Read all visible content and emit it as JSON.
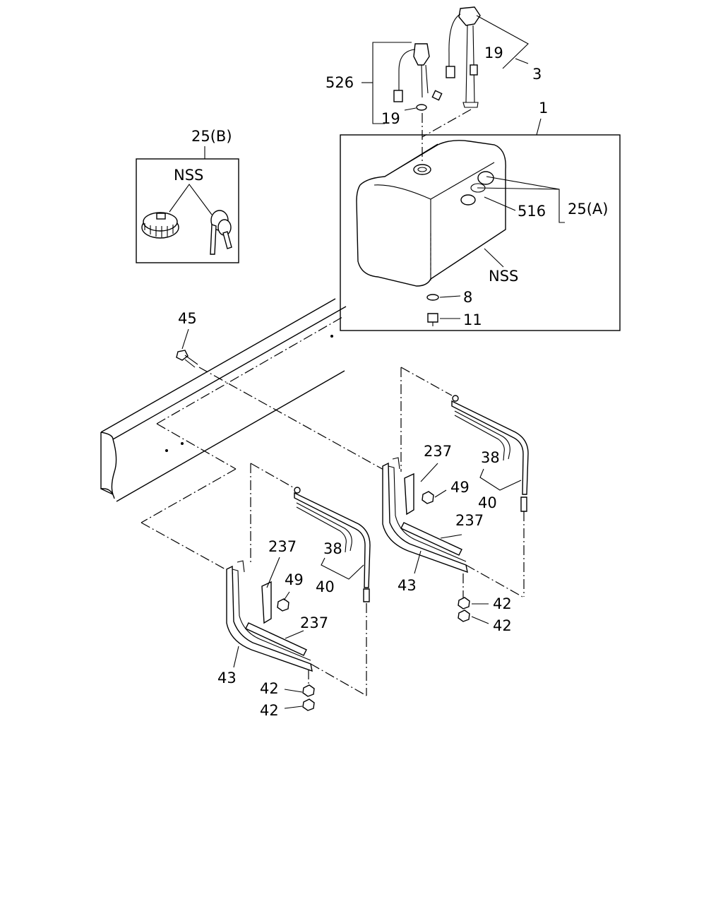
{
  "labels": {
    "p526": "526",
    "p19a": "19",
    "p19b": "19",
    "p3": "3",
    "p1": "1",
    "p25b": "25(B)",
    "nss1": "NSS",
    "p516": "516",
    "p25a": "25(A)",
    "nss2": "NSS",
    "p8": "8",
    "p11": "11",
    "p45": "45",
    "p237a": "237",
    "p38a": "38",
    "p49a": "49",
    "p40a": "40",
    "p237b": "237",
    "p43a": "43",
    "p42a": "42",
    "p42b": "42",
    "p237c": "237",
    "p38b": "38",
    "p49b": "49",
    "p40b": "40",
    "p237d": "237",
    "p43b": "43",
    "p42c": "42",
    "p42d": "42"
  }
}
